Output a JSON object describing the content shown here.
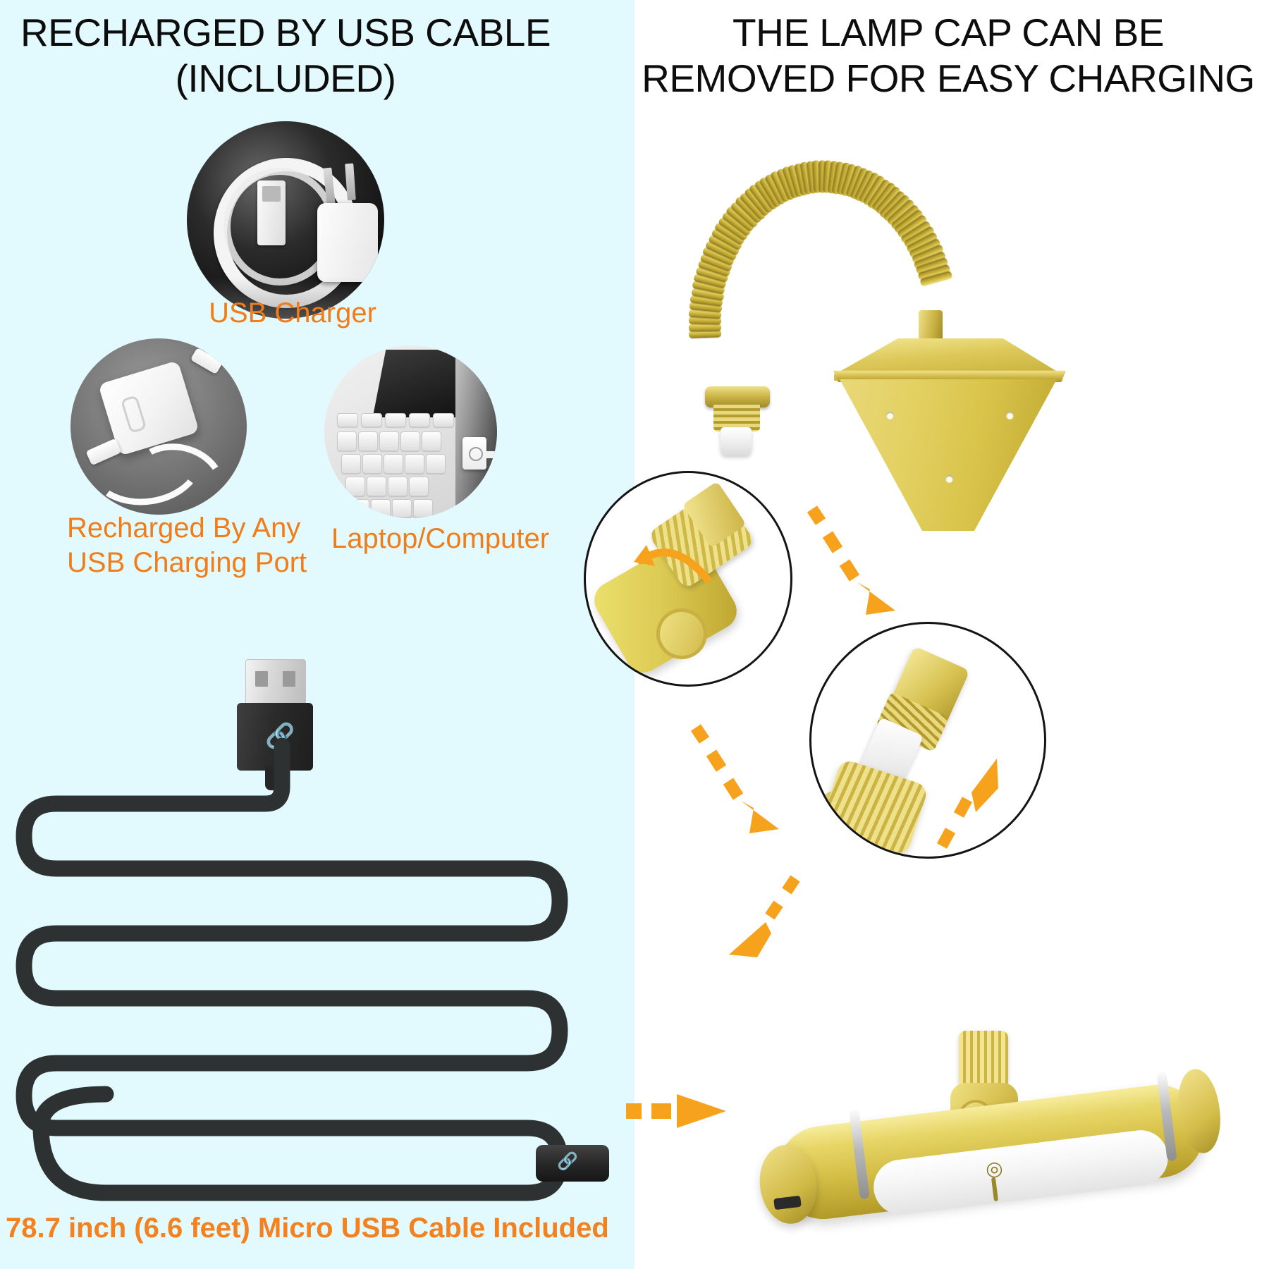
{
  "layout": {
    "panel_left_bg": "#e2fafd",
    "panel_right_bg": "#ffffff",
    "accent_orange": "#f07d1a",
    "gold": "#d9c349",
    "heading_color": "#0d0d0d"
  },
  "left_panel": {
    "heading": "RECHARGED BY USB CABLE\n(INCLUDED)",
    "captions": {
      "usb_charger": "USB Charger",
      "any_usb_port": "Recharged By Any\nUSB Charging Port",
      "laptop_computer": "Laptop/Computer",
      "cable_length": "78.7 inch (6.6 feet) Micro USB Cable Included"
    },
    "photos": [
      {
        "name": "usb-charger-photo",
        "subject": "white USB cable coil and wall charger plug on black background"
      },
      {
        "name": "usb-charging-port-photo",
        "subject": "white power brick with USB cable on grey background"
      },
      {
        "name": "laptop-photo",
        "subject": "laptop keyboard with white USB plug inserted in side port"
      }
    ],
    "cable": {
      "connector_a": "USB-A",
      "connector_b": "Micro USB",
      "color": "#2b2b2b"
    }
  },
  "right_panel": {
    "heading": "THE LAMP CAP CAN BE\nREMOVED FOR EASY CHARGING",
    "product": {
      "name": "gooseneck-picture-light",
      "finish": "gold",
      "parts": [
        "flexible gooseneck arm",
        "lamp shade",
        "rotating knurled joint",
        "removable lamp cap",
        "LED bar lamp body"
      ]
    },
    "detail_circles": [
      {
        "name": "rotating-joint-detail",
        "action": "twist to unlock"
      },
      {
        "name": "removable-cap-detail",
        "action": "pull cap off"
      }
    ],
    "arrows": [
      {
        "name": "arrow-step-1",
        "direction": "down-right"
      },
      {
        "name": "arrow-step-2",
        "direction": "down-right"
      },
      {
        "name": "arrow-step-3",
        "direction": "up-right"
      },
      {
        "name": "arrow-step-4",
        "direction": "down-left"
      },
      {
        "name": "arrow-plug-in",
        "direction": "right"
      }
    ]
  }
}
